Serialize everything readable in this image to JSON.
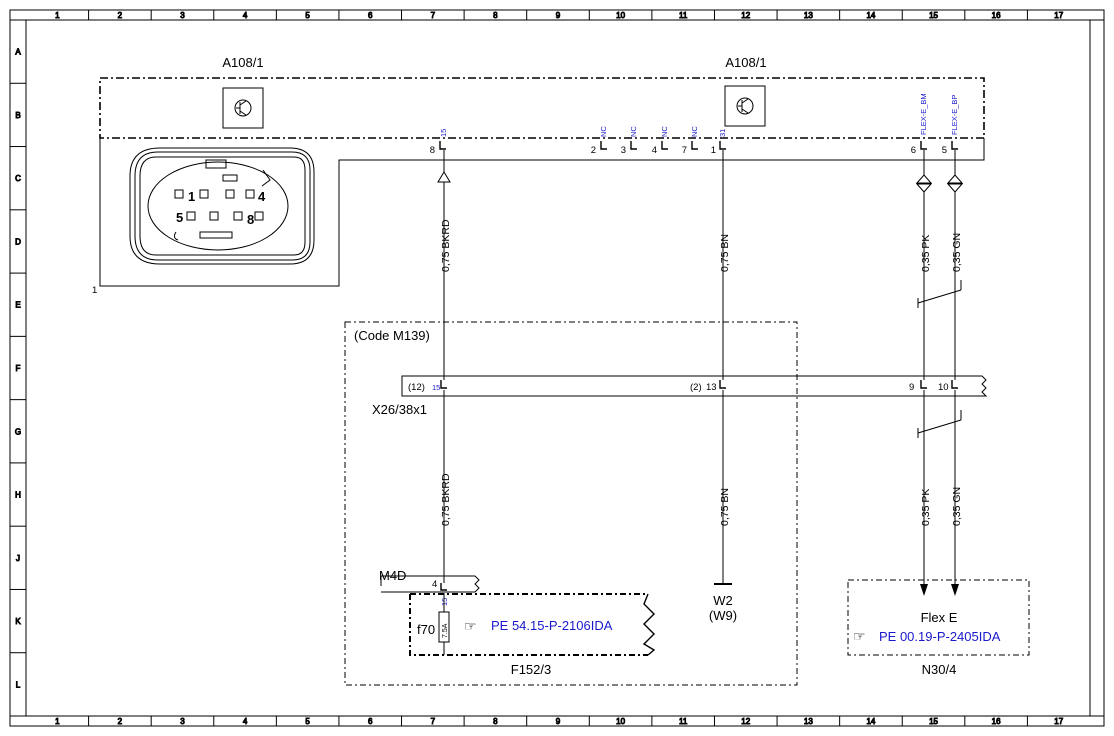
{
  "grid": {
    "columns": [
      "1",
      "2",
      "3",
      "4",
      "5",
      "6",
      "7",
      "8",
      "9",
      "10",
      "11",
      "12",
      "13",
      "14",
      "15",
      "16",
      "17"
    ],
    "rows": [
      "A",
      "B",
      "C",
      "D",
      "E",
      "F",
      "G",
      "H",
      "J",
      "K",
      "L"
    ]
  },
  "components": {
    "a108_left": "A108/1",
    "a108_right": "A108/1",
    "connector_view_label": "1",
    "connector_view_pins": [
      "1",
      "4",
      "5",
      "8"
    ],
    "code_box": "(Code M139)",
    "x26": "X26/38x1",
    "m4d": "M4D",
    "f152": "F152/3",
    "f70": "f70",
    "fuse_rating": "7.5A",
    "w2": "W2",
    "w9": "(W9)",
    "n30": "N30/4",
    "flex_e": "Flex E"
  },
  "refs": {
    "pe_54": "PE 54.15-P-2106IDA",
    "pe_00": "PE 00.19-P-2405IDA"
  },
  "pins": {
    "a108": [
      {
        "num": "8",
        "signal": "15"
      },
      {
        "num": "2",
        "signal": "NC"
      },
      {
        "num": "3",
        "signal": "NC"
      },
      {
        "num": "4",
        "signal": "NC"
      },
      {
        "num": "7",
        "signal": "NC"
      },
      {
        "num": "1",
        "signal": "31"
      },
      {
        "num": "6",
        "signal": "FLEX-E_BM"
      },
      {
        "num": "5",
        "signal": "FLEX-E_BP"
      }
    ],
    "x26": {
      "p12": "(12)",
      "p15": "15",
      "p2": "(2)",
      "p13": "13",
      "p9": "9",
      "p10": "10"
    },
    "f152_num": "4",
    "f152_sig": "15"
  },
  "wires": {
    "bkrd": "0,75 BKRD",
    "bn": "0,75 BN",
    "pk": "0,35 PK",
    "gn": "0,35 GN"
  },
  "colors": {
    "line": "#000000",
    "reference_text": "#1a1acc"
  }
}
